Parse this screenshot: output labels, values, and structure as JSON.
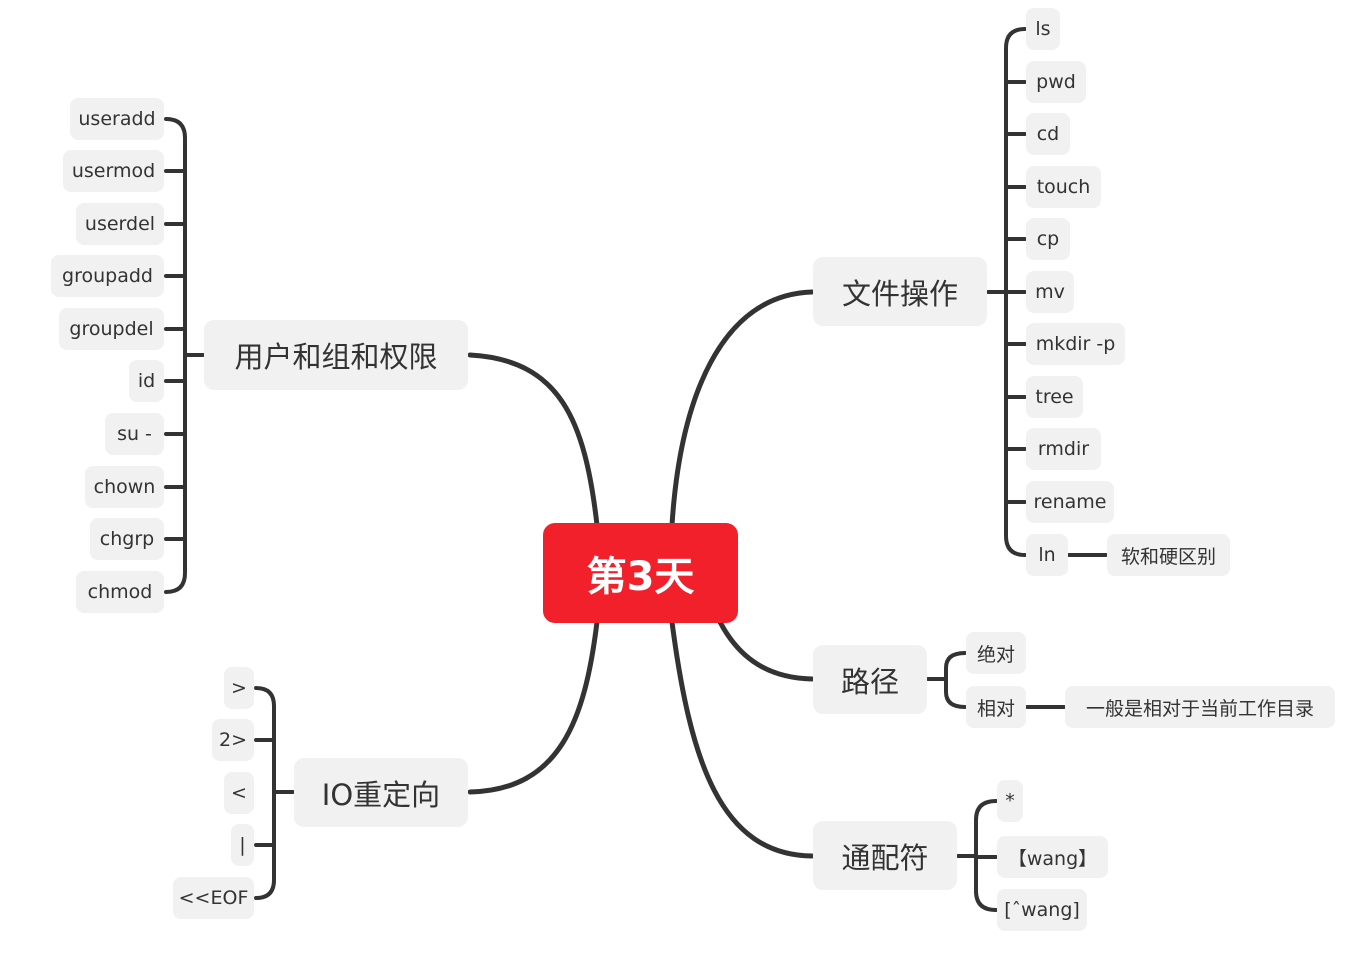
{
  "colors": {
    "root_bg": "#f2202b",
    "root_text": "#ffffff",
    "node_bg": "#f1f1f1",
    "line": "#333333",
    "text": "#333333"
  },
  "root": "第3天",
  "branches": {
    "user": {
      "label": "用户和组和权限",
      "items": [
        "useradd",
        "usermod",
        "userdel",
        "groupadd",
        "groupdel",
        "id",
        "su -",
        "chown",
        "chgrp",
        "chmod"
      ]
    },
    "io": {
      "label": "IO重定向",
      "items": [
        ">",
        "2>",
        "<",
        "|",
        "<<EOF"
      ]
    },
    "file": {
      "label": "文件操作",
      "items": [
        "ls",
        "pwd",
        "cd",
        "touch",
        "cp",
        "mv",
        "mkdir -p",
        "tree",
        "rmdir",
        "rename",
        "ln"
      ],
      "ln_note": "软和硬区别"
    },
    "path": {
      "label": "路径",
      "items": [
        "绝对",
        "相对"
      ],
      "relative_note": "一般是相对于当前工作目录"
    },
    "wildcard": {
      "label": "通配符",
      "items": [
        "*",
        "【wang】",
        "[ˆwang]"
      ]
    }
  }
}
